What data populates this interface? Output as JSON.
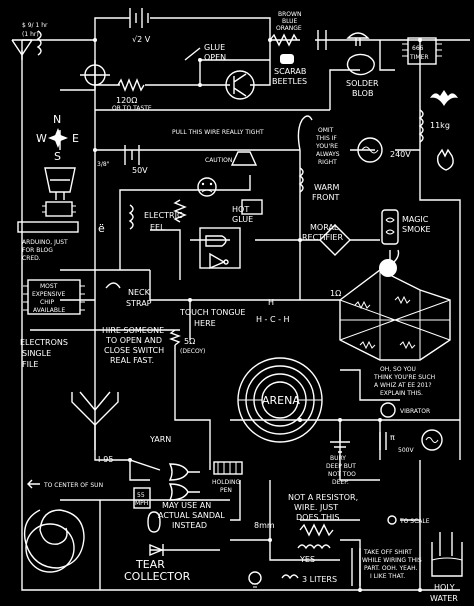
{
  "labels": {
    "mains_top": "$ 9/ 1 hr",
    "mains_bottom": "(1 hr)",
    "voltage_top": "√2 V",
    "glue": "GLUE",
    "open": "OPEN",
    "brown": "BROWN",
    "blue": "BLUE",
    "orange": "ORANGE",
    "scarab": "SCARAB",
    "beetles": "BEETLES",
    "solder": "SOLDER",
    "blob": "BLOB",
    "timer_666": "666",
    "timer": "TIMER",
    "res_120": "120Ω",
    "or_to_taste": "OR TO TASTE",
    "pull_wire": "PULL THIS WIRE REALLY TIGHT",
    "compass_n": "N",
    "compass_w": "W",
    "compass_e": "E",
    "compass_s": "S",
    "v50": "50V",
    "three_eighths": "3/8\"",
    "caution": "CAUTION",
    "omit_1": "OMIT",
    "omit_2": "THIS IF",
    "omit_3": "YOU'RE",
    "omit_4": "ALWAYS",
    "omit_5": "RIGHT",
    "v240": "240V",
    "kg11": "11kg",
    "warm": "WARM",
    "front": "FRONT",
    "electric": "ELECTRIC",
    "eel": "EEL",
    "hot": "HOT",
    "hot_glue": "GLUE",
    "moral": "MORAL",
    "rectifier": "RECTIFIER",
    "magic": "MAGIC",
    "smoke": "SMOKE",
    "arduino_1": "ARDUINO, JUST",
    "arduino_2": "FOR BLOG",
    "arduino_3": "CRED.",
    "most_1": "MOST",
    "most_2": "EXPENSIVE",
    "most_3": "CHIP",
    "most_4": "AVAILABLE",
    "neck": "NECK",
    "strap": "STRAP",
    "touch": "TOUCH TONGUE",
    "here": "HERE",
    "hch": "H - C - H",
    "hch_h": "H",
    "res_1": "1Ω",
    "hire_1": "HIRE SOMEONE",
    "hire_2": "TO OPEN AND",
    "hire_3": "CLOSE SWITCH",
    "hire_4": "REAL FAST.",
    "res_5": "5Ω",
    "decoy": "(DECOY)",
    "electrons_1": "ELECTRONS",
    "electrons_2": "SINGLE",
    "electrons_3": "FILE",
    "arena": "ARENA",
    "whiz_1": "OH, SO YOU",
    "whiz_2": "THINK YOU'RE SUCH",
    "whiz_3": "A WHIZ AT EE 201?",
    "whiz_4": "EXPLAIN THIS.",
    "vibrator": "VIBRATOR",
    "yarn": "YARN",
    "pi": "π",
    "v500": "500V",
    "i95": "I-95",
    "bury_1": "BURY",
    "bury_2": "DEEP BUT",
    "bury_3": "NOT TOO",
    "bury_4": "DEEP.",
    "holding": "HOLDING",
    "pen": "PEN",
    "center_of_sun": "TO CENTER OF SUN",
    "chip_55": "55",
    "chip_mph": "MPH",
    "sandal_1": "MAY USE AN",
    "sandal_2": "ACTUAL SANDAL",
    "sandal_3": "INSTEAD",
    "notres_1": "NOT A RESISTOR,",
    "notres_2": "WIRE. JUST",
    "notres_3": "DOES THIS",
    "mm8": "8mm",
    "scale": "TO SCALE",
    "tear_1": "TEAR",
    "tear_2": "COLLECTOR",
    "yes": "YES",
    "liters": "3 LITERS",
    "shirt_1": "TAKE OFF SHIRT",
    "shirt_2": "WHILE WIRING THIS",
    "shirt_3": "PART. OOH. YEAH.",
    "shirt_4": "I LIKE THAT.",
    "holy_1": "HOLY",
    "holy_2": "WATER"
  },
  "colors": {
    "background": "#000000",
    "ink": "#ffffff"
  }
}
